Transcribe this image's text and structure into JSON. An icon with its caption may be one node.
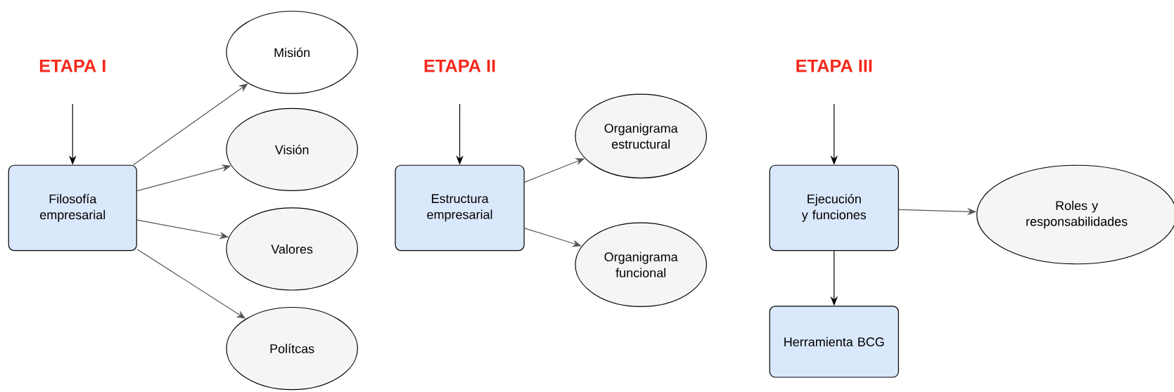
{
  "diagram": {
    "nodes": [
      {
        "text": [
          "ETAPA I"
        ]
      },
      {
        "text": [
          "Filosofía empresarial"
        ]
      },
      {
        "text": [
          "Misión"
        ]
      },
      {
        "text": [
          "Visión"
        ]
      },
      {
        "text": [
          "Valores"
        ]
      },
      {
        "text": [
          "Polítcas"
        ]
      },
      {
        "text": [
          "ETAPA II"
        ]
      },
      {
        "text": [
          "Estructura empresarial"
        ]
      },
      {
        "text": [
          "Organigrama estructural"
        ]
      },
      {
        "text": [
          "Organigrama funcional"
        ]
      },
      {
        "text": [
          "ETAPA III"
        ]
      },
      {
        "text": [
          "Ejecución y funciones"
        ]
      },
      {
        "text": [
          "Roles y responsabilidades"
        ]
      },
      {
        "text": [
          "Herramienta BCG"
        ]
      }
    ],
    "edges": [
      {
        "from": 0,
        "to": 1,
        "arrow": "to"
      },
      {
        "from": 1,
        "to": 2,
        "arrow": "to"
      },
      {
        "from": 1,
        "to": 3,
        "arrow": "to"
      },
      {
        "from": 1,
        "to": 4,
        "arrow": "to"
      },
      {
        "from": 1,
        "to": 5,
        "arrow": "to"
      },
      {
        "from": 6,
        "to": 7,
        "arrow": "to"
      },
      {
        "from": 7,
        "to": 8,
        "arrow": "to"
      },
      {
        "from": 7,
        "to": 9,
        "arrow": "to"
      },
      {
        "from": 10,
        "to": 11,
        "arrow": "to"
      },
      {
        "from": 11,
        "to": 12,
        "arrow": "to"
      },
      {
        "from": 11,
        "to": 13,
        "arrow": "to"
      }
    ]
  }
}
